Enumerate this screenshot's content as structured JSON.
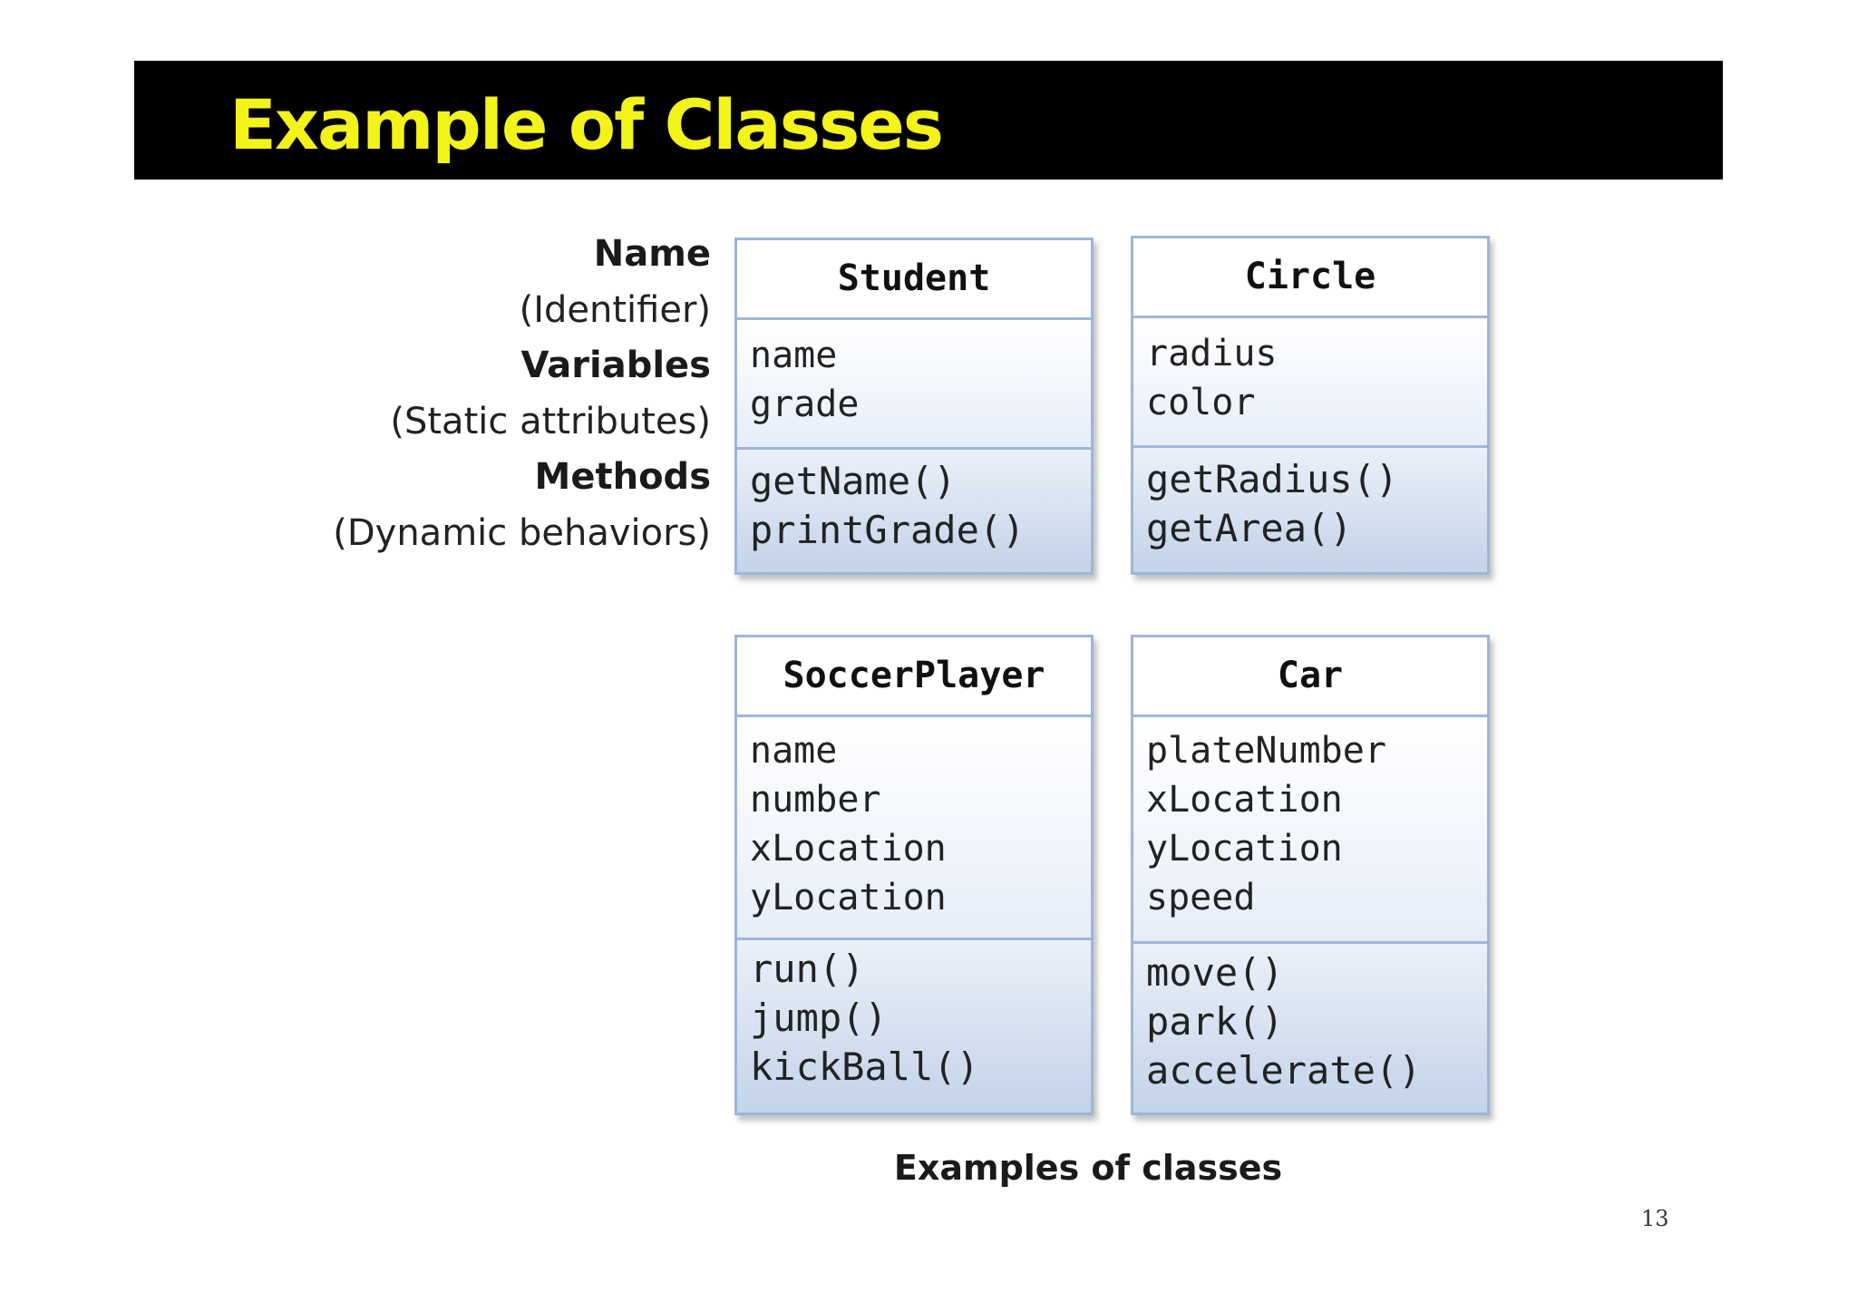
{
  "slide": {
    "title": "Example of Classes",
    "caption": "Examples of classes",
    "page_number": "13"
  },
  "labels": [
    {
      "text": "Name",
      "bold": true
    },
    {
      "text": "(Identifier)",
      "bold": false
    },
    {
      "text": "Variables",
      "bold": true
    },
    {
      "text": "(Static attributes)",
      "bold": false
    },
    {
      "text": "Methods",
      "bold": true
    },
    {
      "text": "(Dynamic behaviors)",
      "bold": false
    }
  ],
  "classes": [
    {
      "name": "Student",
      "variables": [
        "name",
        "grade"
      ],
      "methods": [
        "getName()",
        "printGrade()"
      ]
    },
    {
      "name": "Circle",
      "variables": [
        "radius",
        "color"
      ],
      "methods": [
        "getRadius()",
        "getArea()"
      ]
    },
    {
      "name": "SoccerPlayer",
      "variables": [
        "name",
        "number",
        "xLocation",
        "yLocation"
      ],
      "methods": [
        "run()",
        "jump()",
        "kickBall()"
      ]
    },
    {
      "name": "Car",
      "variables": [
        "plateNumber",
        "xLocation",
        "yLocation",
        "speed"
      ],
      "methods": [
        "move()",
        "park()",
        "accelerate()"
      ]
    }
  ]
}
